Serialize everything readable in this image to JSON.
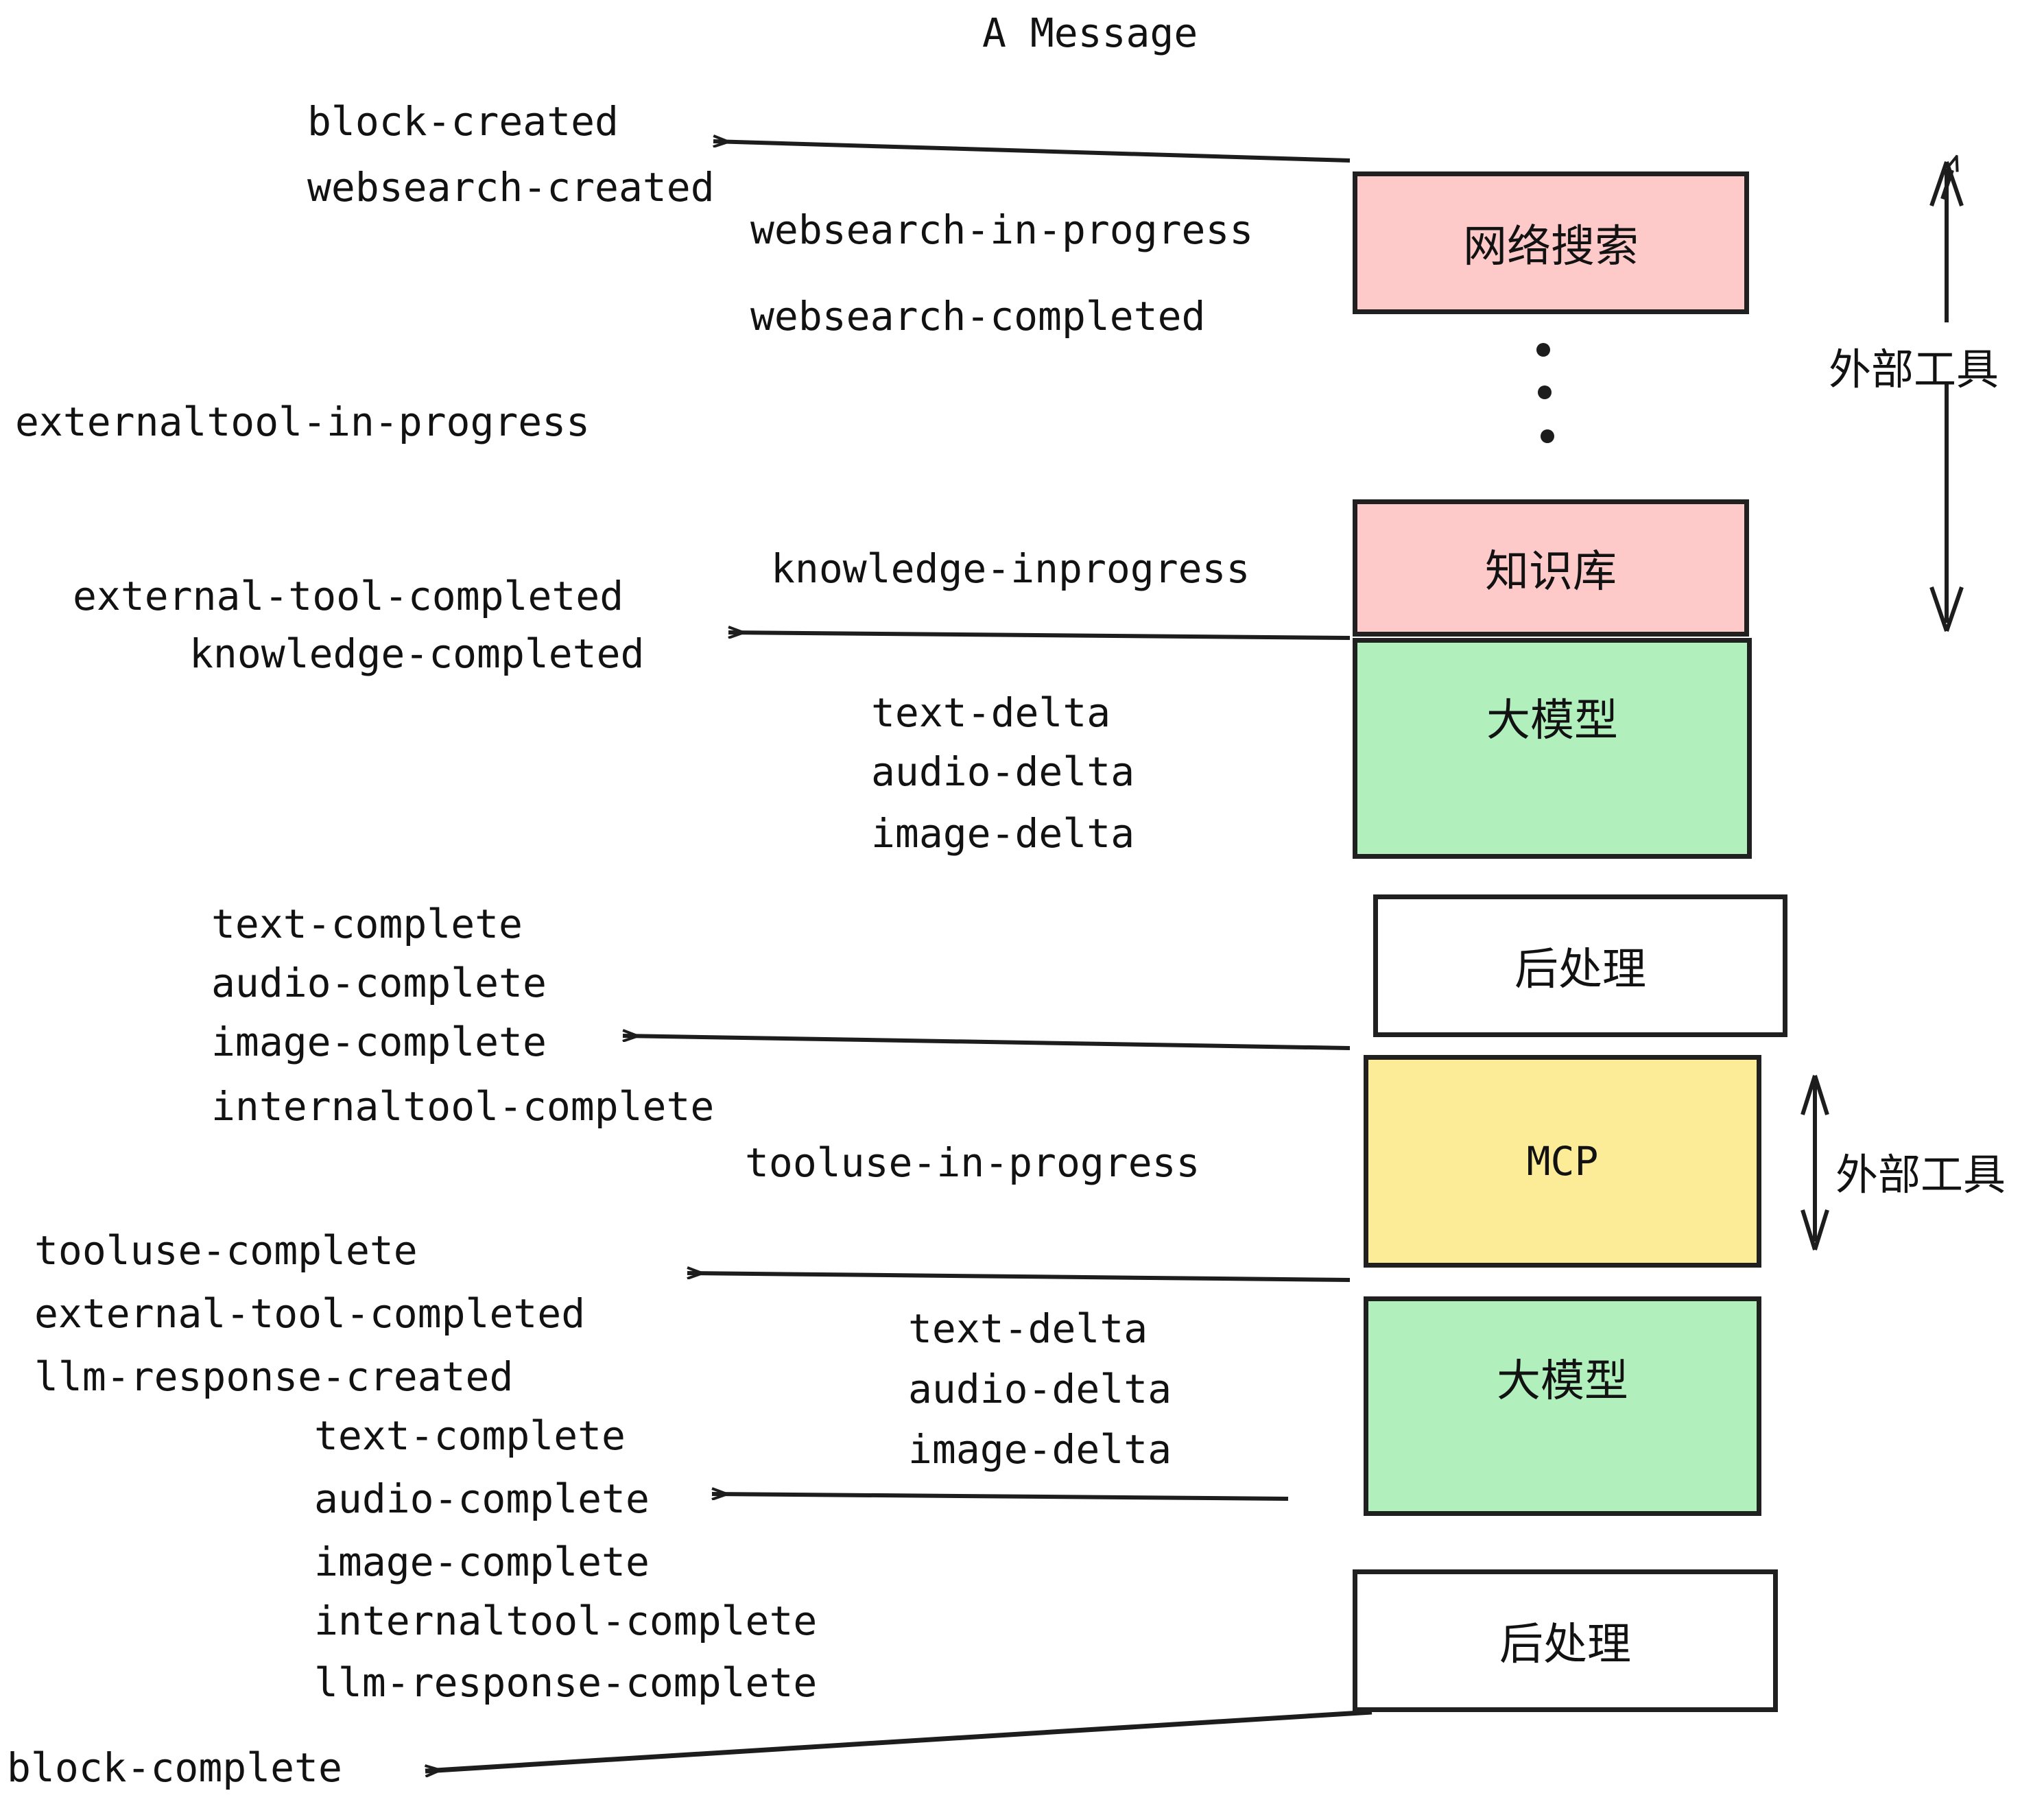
{
  "diagram": {
    "title": "A Message",
    "background": "#ffffff",
    "stroke": "#202020",
    "colors": {
      "pink": "#fdc9c9",
      "green": "#b1f0bd",
      "yellow": "#fceb97",
      "white": "#ffffff",
      "ink": "#121212"
    }
  },
  "boxes": [
    {
      "id": "websearch",
      "label": "网络搜索",
      "color": "pink"
    },
    {
      "id": "knowledge",
      "label": "知识库",
      "color": "pink"
    },
    {
      "id": "llm-1",
      "label": "大模型",
      "color": "green"
    },
    {
      "id": "postproc-1",
      "label": "后处理",
      "color": "white"
    },
    {
      "id": "mcp",
      "label": "MCP",
      "color": "yellow"
    },
    {
      "id": "llm-2",
      "label": "大模型",
      "color": "green"
    },
    {
      "id": "postproc-2",
      "label": "后处理",
      "color": "white"
    }
  ],
  "side_labels": [
    {
      "id": "external-tools-top",
      "text": "外部工具"
    },
    {
      "id": "external-tools-bottom",
      "text": "外部工具"
    }
  ],
  "events": {
    "block_created": "block-created",
    "websearch_created": "websearch-created",
    "websearch_in_progress": "websearch-in-progress",
    "websearch_completed": "websearch-completed",
    "externaltool_in_progress": "externaltool-in-progress",
    "knowledge_inprogress": "knowledge-inprogress",
    "external_tool_completed_1": "external-tool-completed",
    "knowledge_completed": "knowledge-completed",
    "text_delta_1": "text-delta",
    "audio_delta_1": "audio-delta",
    "image_delta_1": "image-delta",
    "text_complete_1": "text-complete",
    "audio_complete_1": "audio-complete",
    "image_complete_1": "image-complete",
    "internaltool_complete_1": "internaltool-complete",
    "tooluse_in_progress": "tooluse-in-progress",
    "tooluse_complete": "tooluse-complete",
    "external_tool_completed_2": "external-tool-completed",
    "llm_response_created": "llm-response-created",
    "text_delta_2": "text-delta",
    "audio_delta_2": "audio-delta",
    "image_delta_2": "image-delta",
    "text_complete_2": "text-complete",
    "audio_complete_2": "audio-complete",
    "image_complete_2": "image-complete",
    "internaltool_complete_2": "internaltool-complete",
    "llm_response_complete": "llm-response-complete",
    "block_complete": "block-complete"
  }
}
